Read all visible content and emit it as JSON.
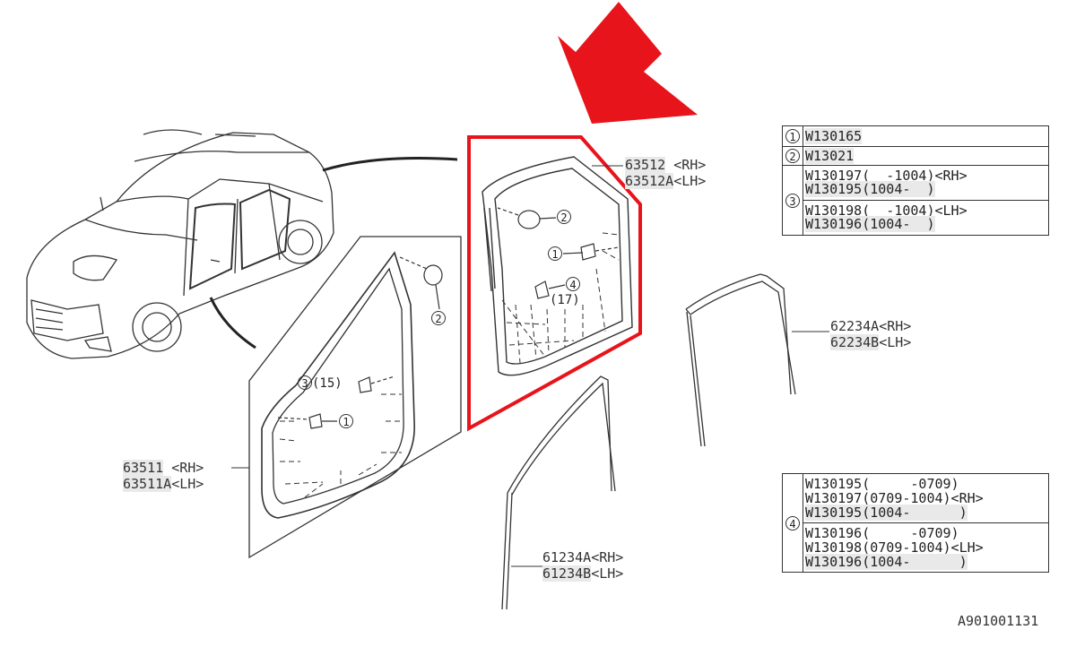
{
  "diagram_id": "A901001131",
  "labels": {
    "p63512": {
      "part": "63512",
      "side": "<RH>"
    },
    "p63512A": {
      "part": "63512A",
      "side": "<LH>"
    },
    "p62234A": {
      "part": "62234A",
      "side": "<RH>"
    },
    "p62234B": {
      "part": "62234B",
      "side": "<LH>"
    },
    "p63511": {
      "part": "63511",
      "side": "<RH>"
    },
    "p63511A": {
      "part": "63511A",
      "side": "<LH>"
    },
    "p61234A": {
      "part": "61234A",
      "side": "<RH>"
    },
    "p61234B": {
      "part": "61234B",
      "side": "<LH>"
    }
  },
  "callouts": {
    "rear_2": "2",
    "rear_1": "1",
    "rear_4": "4",
    "rear_4_qty": "(17)",
    "front_2": "2",
    "front_3": "3",
    "front_3_qty": "(15)",
    "front_1": "1"
  },
  "table1": {
    "r1": {
      "num": "1",
      "code": "W130165"
    },
    "r2": {
      "num": "2",
      "code": "W13021"
    },
    "r3": {
      "num": "3",
      "a1": "W130197(  -1004)",
      "a1s": "<RH>",
      "a2": "W130195(1004-  )",
      "b1": "W130198(  -1004)",
      "b1s": "<LH>",
      "b2": "W130196(1004-  )"
    }
  },
  "table2": {
    "num": "4",
    "rh": [
      "W130195(     -0709)",
      "W130197(0709-1004)<RH>",
      "W130195(1004-      )"
    ],
    "lh": [
      "W130196(     -0709)",
      "W130198(0709-1004)<LH>",
      "W130196(1004-      )"
    ]
  },
  "colors": {
    "highlight": "#e8141c",
    "line": "#333333",
    "shade": "#e9e9e9"
  }
}
